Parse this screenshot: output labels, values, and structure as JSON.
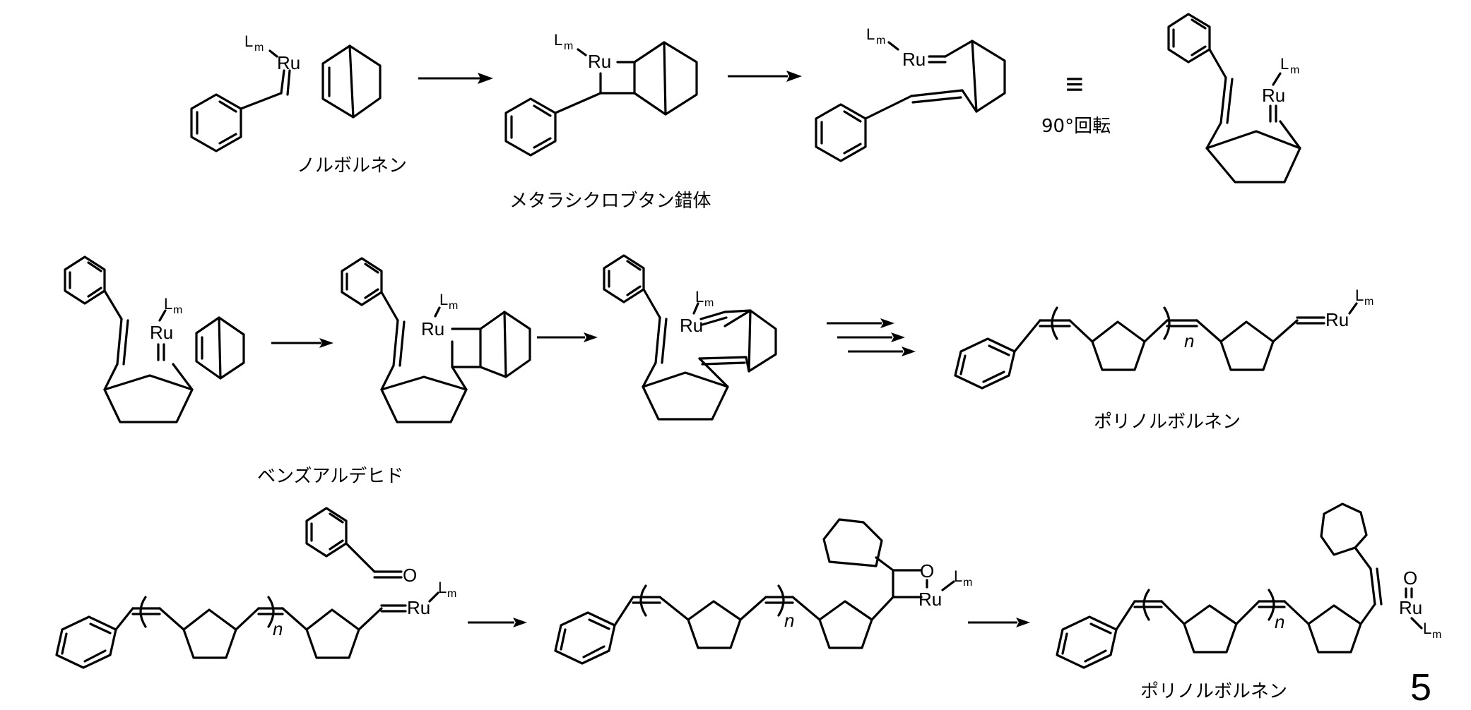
{
  "labels": {
    "norbornene": "ノルボルネン",
    "metallacyclobutane": "メタラシクロブタン錯体",
    "rotation": "90°回転",
    "equivalent": "≡",
    "polynorbornene_1": "ポリノルボルネン",
    "benzaldehyde": "ベンズアルデヒド",
    "polynorbornene_2": "ポリノルボルネン"
  },
  "atoms": {
    "ru": "Ru",
    "l": "L",
    "m": "m",
    "o": "O",
    "n": "n"
  },
  "page_number": "5"
}
